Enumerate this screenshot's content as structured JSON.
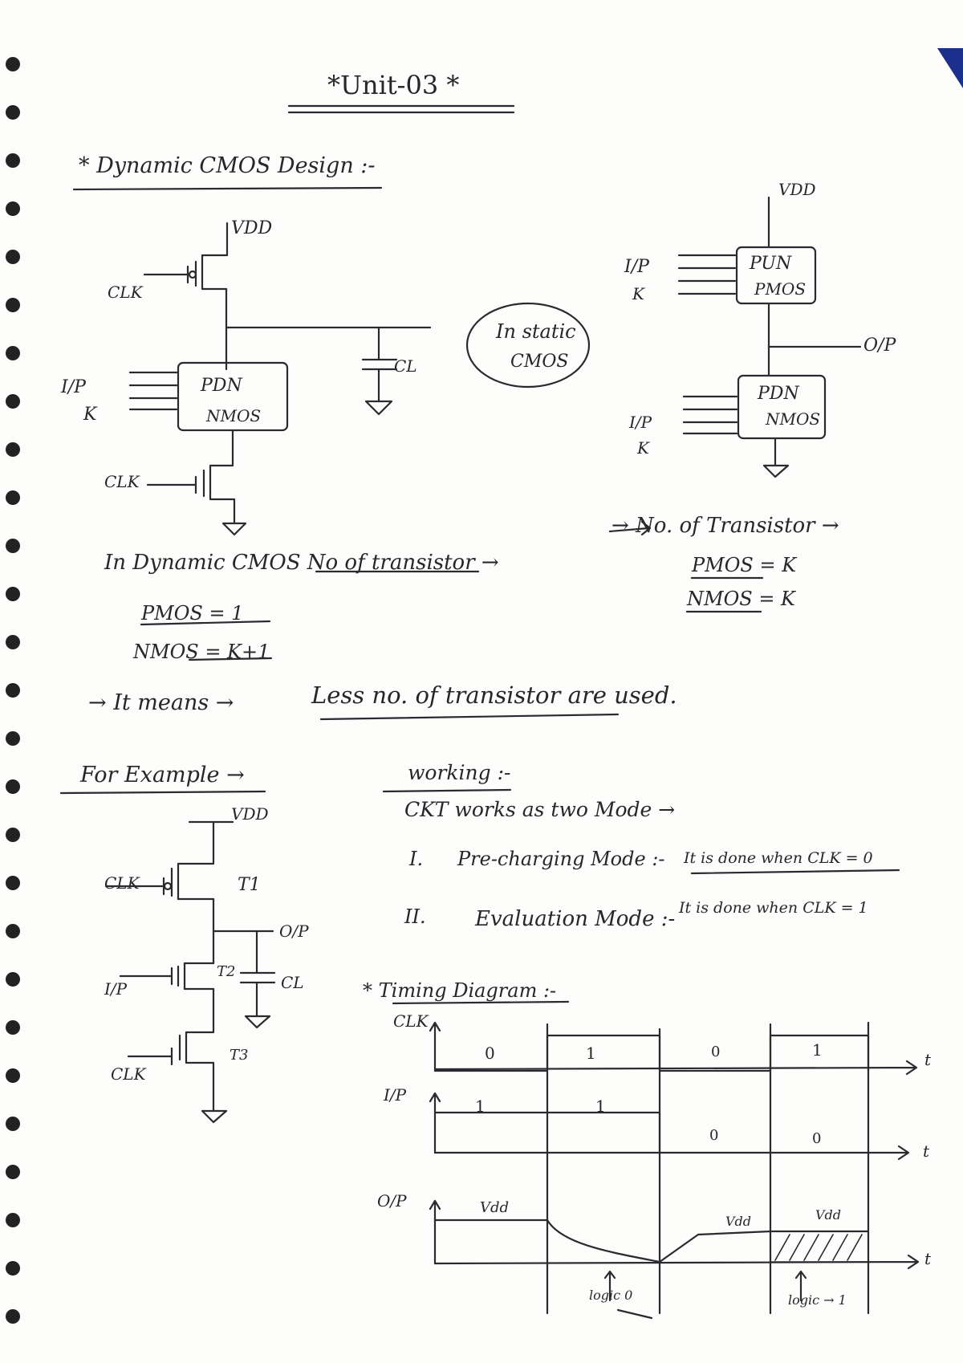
{
  "title": "*Unit-03 *",
  "section1": {
    "heading": "* Dynamic CMOS Design :-",
    "dynamic_circuit": {
      "vdd": "VDD",
      "clk_top": "CLK",
      "inputs": "I/P",
      "k": "K",
      "pdn_line1": "PDN",
      "pdn_line2": "NMOS",
      "cl": "CL",
      "clk_bottom": "CLK"
    },
    "static_bubble_line1": "In static",
    "static_bubble_line2": "CMOS",
    "static_circuit": {
      "vdd": "VDD",
      "inputs_top": "I/P",
      "k_top": "K",
      "pun_line1": "PUN",
      "pun_line2": "PMOS",
      "output": "O/P",
      "pdn_line1": "PDN",
      "pdn_line2": "NMOS",
      "inputs_bottom": "I/P",
      "k_bottom": "K"
    },
    "dynamic_count_text": "In Dynamic CMOS No of transistor →",
    "dynamic_pmos": "PMOS = 1",
    "dynamic_nmos": "NMOS = K+1",
    "static_count_text": "→ No. of Transistor →",
    "static_pmos": "PMOS = K",
    "static_nmos": "NMOS = K",
    "conclusion_prefix": "→ It means →",
    "conclusion": "Less no. of transistor are used."
  },
  "section2": {
    "example_heading": "For Example →",
    "example_circuit": {
      "vdd": "VDD",
      "clk_top": "CLK",
      "t1": "T1",
      "output": "O/P",
      "input": "I/P",
      "t2": "T2",
      "cl": "CL",
      "clk_bottom": "CLK",
      "t3": "T3"
    },
    "working_heading": "working :-",
    "working_intro": "CKT works as two Mode →",
    "mode1_num": "I.",
    "mode1_name": "Pre-charging Mode :-",
    "mode1_desc": "It is done when CLK = 0",
    "mode2_num": "II.",
    "mode2_name": "Evaluation Mode :-",
    "mode2_desc": "It is done when CLK = 1"
  },
  "timing": {
    "heading": "* Timing Diagram :-",
    "clk_label": "CLK",
    "clk_values": [
      "0",
      "1",
      "0",
      "1"
    ],
    "ip_label": "I/P",
    "ip_values": [
      "1",
      "1",
      "0",
      "0"
    ],
    "op_label": "O/P",
    "vdd_labels": [
      "Vdd",
      "Vdd",
      "Vdd"
    ],
    "t_label": "t",
    "logic0_note": "logic 0",
    "logic1_note": "logic → 1"
  }
}
